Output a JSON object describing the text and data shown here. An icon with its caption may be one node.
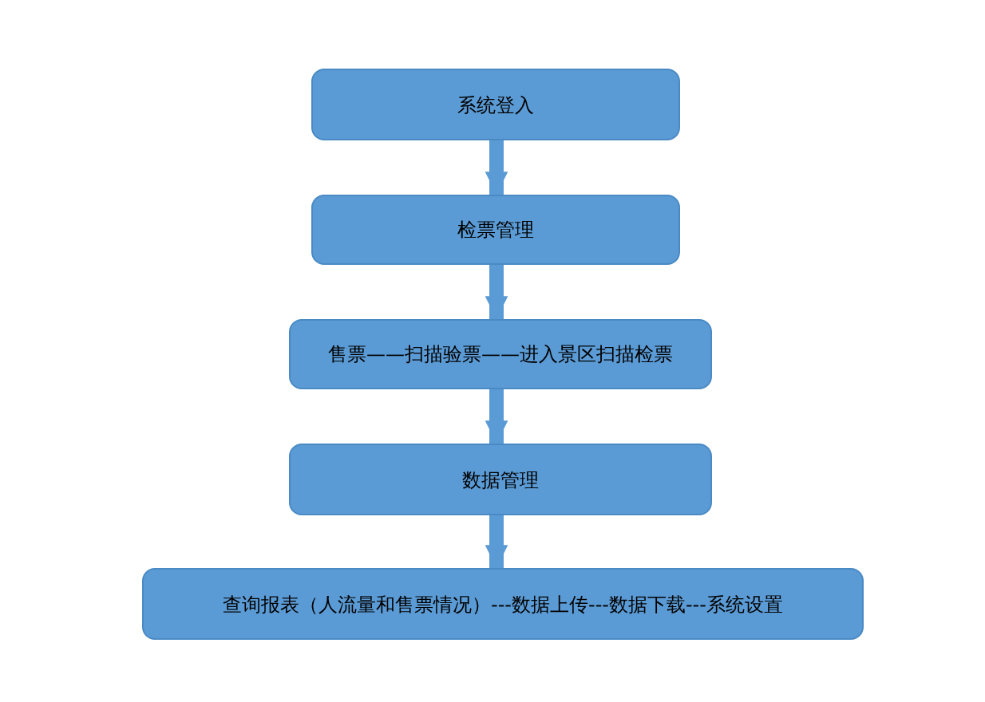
{
  "diagram": {
    "nodes": [
      {
        "text": [
          "系统登入"
        ]
      },
      {
        "text": [
          "检票管理"
        ]
      },
      {
        "text": [
          "售票——扫描验票——进入景区扫描检票"
        ]
      },
      {
        "text": [
          "数据管理"
        ]
      },
      {
        "text": [
          "查询报表（人流量和售票情况）---数据上传---数据下载---系统设置"
        ]
      }
    ],
    "edges": [
      {
        "from": 0,
        "to": 1,
        "arrow": "to"
      },
      {
        "from": 1,
        "to": 2,
        "arrow": "to"
      },
      {
        "from": 2,
        "to": 3,
        "arrow": "to"
      },
      {
        "from": 3,
        "to": 4,
        "arrow": "to"
      }
    ]
  }
}
